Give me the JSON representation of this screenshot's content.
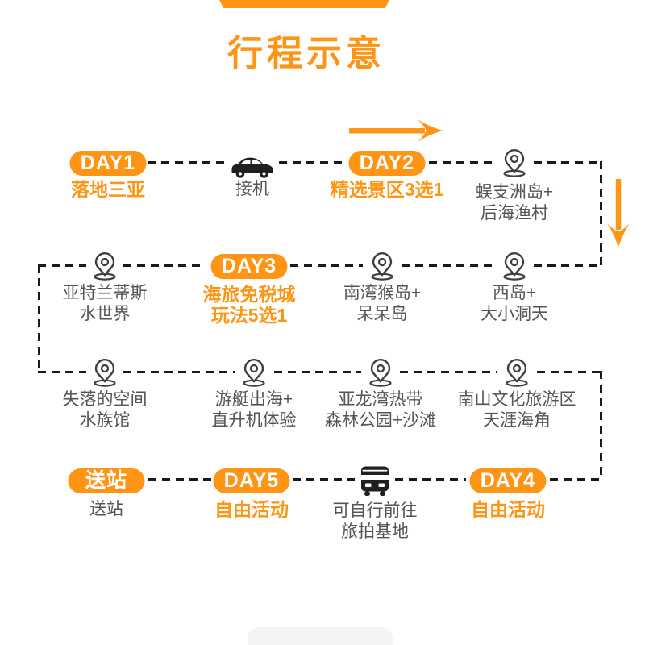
{
  "header": {
    "title": "行程示意"
  },
  "colors": {
    "accent": "#FF9415",
    "dashed_line": "#1A1A1A",
    "label_gray": "#555555",
    "badge_text": "#FFFFFF"
  },
  "icons": {
    "transfer": "car-icon",
    "place": "location-pin-icon",
    "shuttle": "bus-icon",
    "flow_right": "arrow-right-icon",
    "flow_down": "arrow-down-icon"
  },
  "nodes": {
    "day1": {
      "badge": "DAY1",
      "label": "落地三亚"
    },
    "pickup": {
      "label": "接机"
    },
    "day2": {
      "badge": "DAY2",
      "label": "精选景区3选1"
    },
    "wuzhizhou": {
      "line1": "蜈支洲岛+",
      "line2": "后海渔村"
    },
    "atlantis": {
      "line1": "亚特兰蒂斯",
      "line2": "水世界"
    },
    "day3": {
      "badge": "DAY3",
      "line1": "海旅免税城",
      "line2": "玩法5选1"
    },
    "nanwan": {
      "line1": "南湾猴岛+",
      "line2": "呆呆岛"
    },
    "xidao": {
      "line1": "西岛+",
      "line2": "大小洞天"
    },
    "lostspace": {
      "line1": "失落的空间",
      "line2": "水族馆"
    },
    "yacht": {
      "line1": "游艇出海+",
      "line2": "直升机体验"
    },
    "yalong": {
      "line1": "亚龙湾热带",
      "line2": "森林公园+沙滩"
    },
    "nanshan": {
      "line1": "南山文化旅游区",
      "line2": "天涯海角"
    },
    "songzhan": {
      "badge": "送站",
      "label": "送站"
    },
    "day5": {
      "badge": "DAY5",
      "label": "自由活动"
    },
    "shuttle": {
      "line1": "可自行前往",
      "line2": "旅拍基地"
    },
    "day4": {
      "badge": "DAY4",
      "label": "自由活动"
    }
  }
}
